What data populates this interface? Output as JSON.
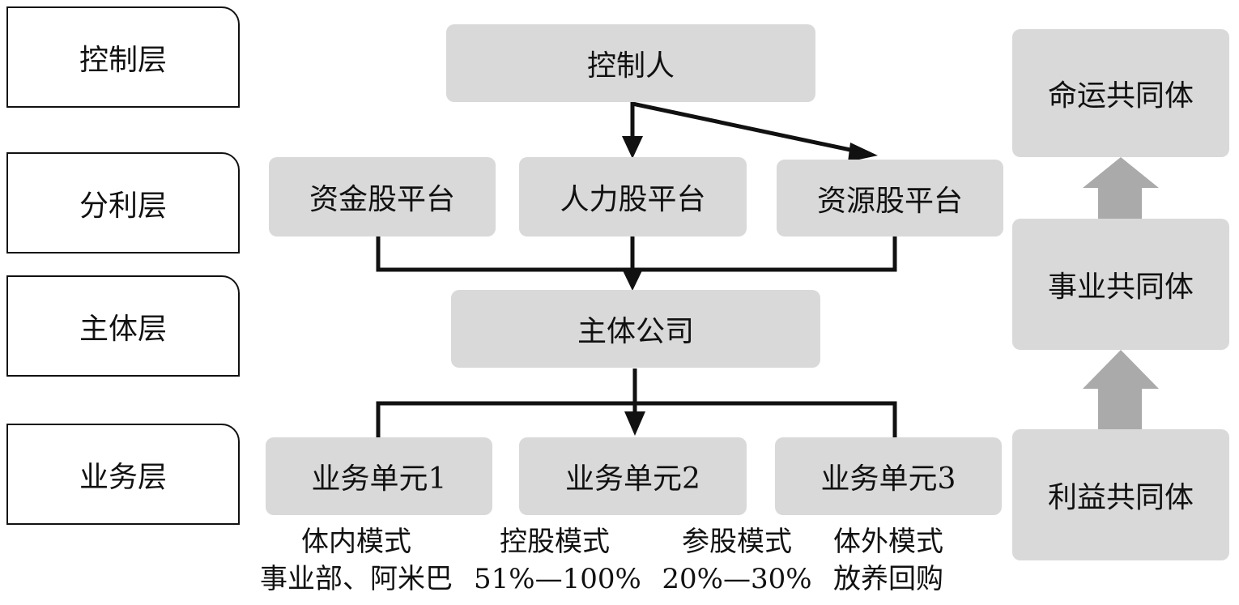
{
  "layers": [
    "控制层",
    "分利层",
    "主体层",
    "业务层"
  ],
  "controller": "控制人",
  "platforms": [
    "资金股平台",
    "人力股平台",
    "资源股平台"
  ],
  "entity": "主体公司",
  "units": [
    "业务单元1",
    "业务单元2",
    "业务单元3"
  ],
  "modes": [
    {
      "name": "体内模式",
      "detail": "事业部、阿米巴"
    },
    {
      "name": "控股模式",
      "detail": "51%—100%"
    },
    {
      "name": "参股模式",
      "detail": "20%—30%"
    },
    {
      "name": "体外模式",
      "detail": "放养回购"
    }
  ],
  "communities": [
    "命运共同体",
    "事业共同体",
    "利益共同体"
  ],
  "colors": {
    "box_fill": "#d9d9d9",
    "line": "#111111",
    "arrow_up": "#aaaaaa"
  }
}
